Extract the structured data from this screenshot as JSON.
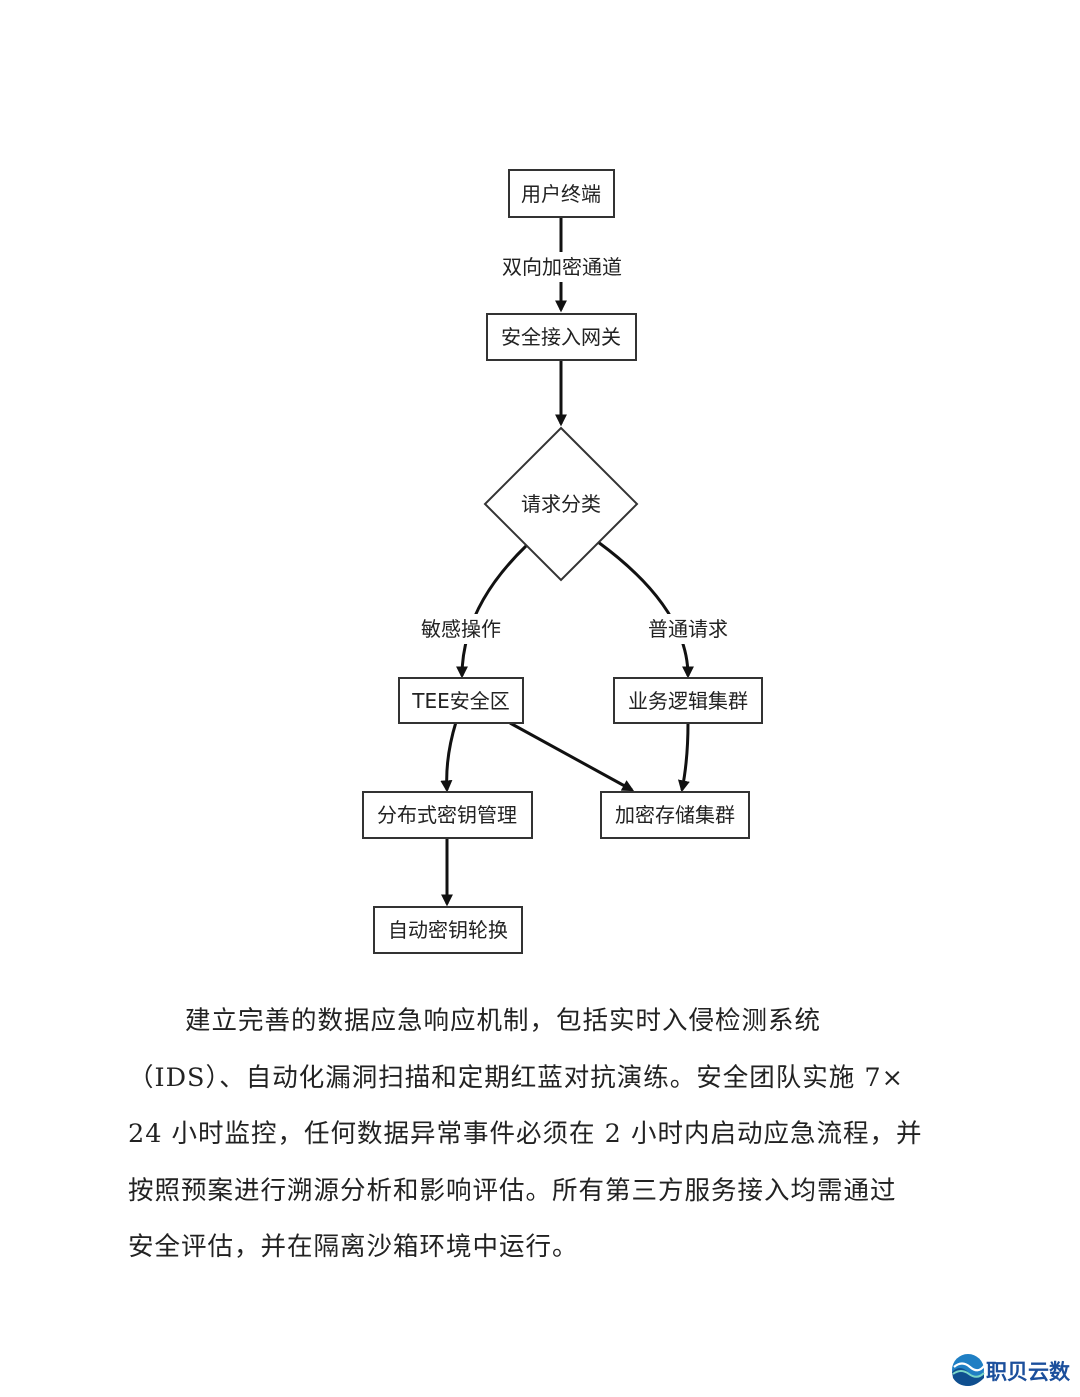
{
  "flowchart": {
    "nodes": {
      "user_terminal": "用户终端",
      "secure_gateway": "安全接入网关",
      "request_classify": "请求分类",
      "tee_zone": "TEE安全区",
      "business_cluster": "业务逻辑集群",
      "key_management": "分布式密钥管理",
      "encrypted_storage": "加密存储集群",
      "key_rotation": "自动密钥轮换"
    },
    "edge_labels": {
      "bidirectional_channel": "双向加密通道",
      "sensitive_operation": "敏感操作",
      "normal_request": "普通请求"
    }
  },
  "paragraph": {
    "lines": [
      "建立完善的数据应急响应机制，包括实时入侵检测系统",
      "（IDS）、自动化漏洞扫描和定期红蓝对抗演练。安全团队实施 7×",
      "24 小时监控，任何数据异常事件必须在 2 小时内启动应急流程，并",
      "按照预案进行溯源分析和影响评估。所有第三方服务接入均需通过",
      "安全评估，并在隔离沙箱环境中运行。"
    ]
  },
  "logo": {
    "text": "职贝云数",
    "icon": "globe-wave-logo-icon"
  }
}
